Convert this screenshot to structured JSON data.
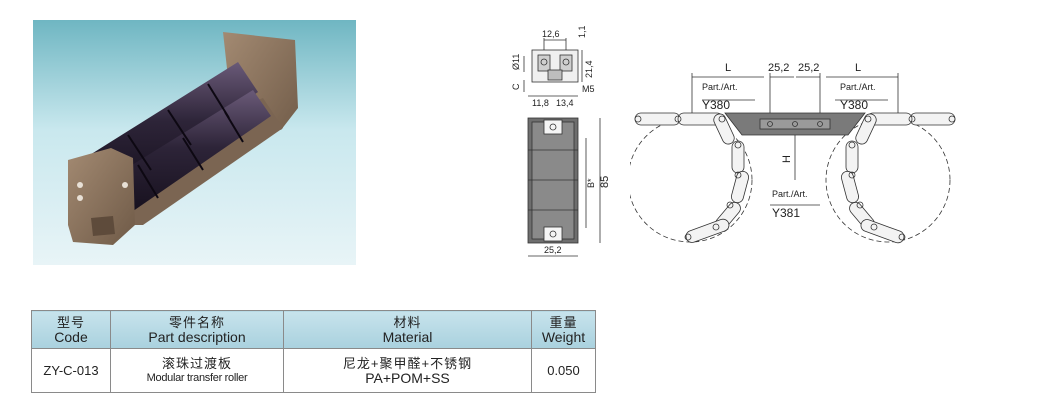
{
  "front_view": {
    "dim_top_width": "12,6",
    "dim_right_top": "1,1",
    "dim_diameter": "Ø11",
    "dim_height": "21,4",
    "dim_c": "C",
    "dim_m5": "M5",
    "dim_bottom_left": "11,8",
    "dim_bottom_right": "13,4",
    "dim_b_star": "B*",
    "dim_85": "85",
    "dim_width": "25,2"
  },
  "chain_view": {
    "dim_l_left": "L",
    "dim_mid_left": "25,2",
    "dim_mid_right": "25,2",
    "dim_l_right": "L",
    "part_label_left": "Part./Art.",
    "part_code_left": "Y380",
    "part_label_right": "Part./Art.",
    "part_code_right": "Y380",
    "dim_h": "H",
    "part_label_center": "Part./Art.",
    "part_code_center": "Y381"
  },
  "spec_table": {
    "headers": [
      {
        "cn": "型号",
        "en": "Code"
      },
      {
        "cn": "零件名称",
        "en": "Part description"
      },
      {
        "cn": "材料",
        "en": "Material"
      },
      {
        "cn": "重量",
        "en": "Weight"
      }
    ],
    "row": {
      "code": "ZY-C-013",
      "desc_cn": "滚珠过渡板",
      "desc_en": "Modular transfer roller",
      "material_cn": "尼龙+聚甲醛+不锈钢",
      "material_en": "PA+POM+SS",
      "weight": "0.050"
    }
  }
}
